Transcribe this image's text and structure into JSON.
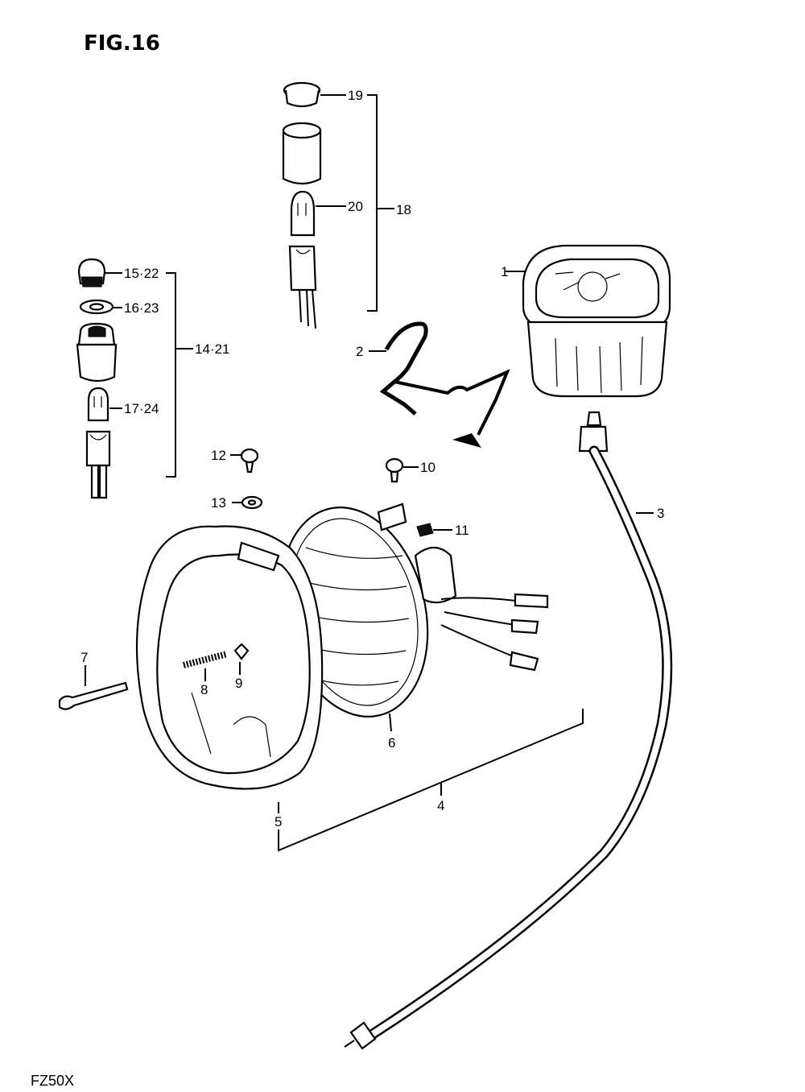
{
  "figure": {
    "title": "FIG.16",
    "footer": "FZ50X"
  },
  "callouts": [
    {
      "id": "19",
      "text": "19"
    },
    {
      "id": "20",
      "text": "20"
    },
    {
      "id": "18",
      "text": "18"
    },
    {
      "id": "15-22",
      "text": "15·22"
    },
    {
      "id": "16-23",
      "text": "16·23"
    },
    {
      "id": "14-21",
      "text": "14·21"
    },
    {
      "id": "17-24",
      "text": "17·24"
    },
    {
      "id": "1",
      "text": "1"
    },
    {
      "id": "2",
      "text": "2"
    },
    {
      "id": "3",
      "text": "3"
    },
    {
      "id": "12",
      "text": "12"
    },
    {
      "id": "13",
      "text": "13"
    },
    {
      "id": "10",
      "text": "10"
    },
    {
      "id": "11",
      "text": "11"
    },
    {
      "id": "7",
      "text": "7"
    },
    {
      "id": "8",
      "text": "8"
    },
    {
      "id": "9",
      "text": "9"
    },
    {
      "id": "6",
      "text": "6"
    },
    {
      "id": "5",
      "text": "5"
    },
    {
      "id": "4",
      "text": "4"
    }
  ]
}
